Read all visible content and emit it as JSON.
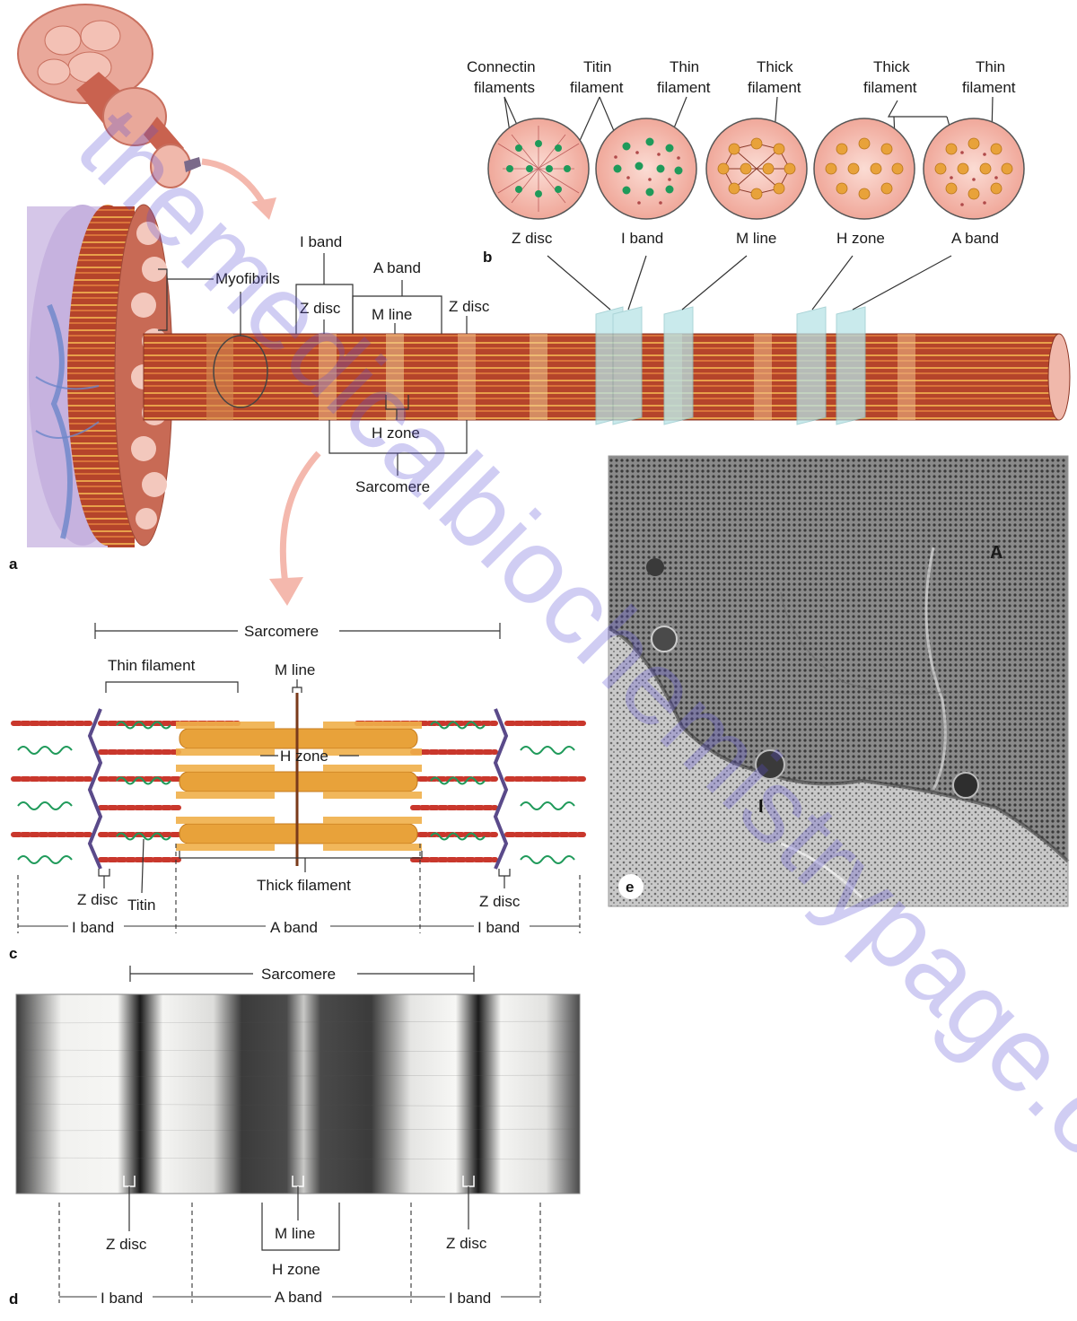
{
  "panel_a": {
    "letter": "a",
    "myofibrils": "Myofibrils",
    "i_band": "I band",
    "a_band": "A band",
    "z_disc_left": "Z disc",
    "m_line": "M line",
    "z_disc_right": "Z disc",
    "h_zone": "H zone",
    "sarcomere": "Sarcomere"
  },
  "panel_b": {
    "letter": "b",
    "top_labels": [
      {
        "line1": "Connectin",
        "line2": "filaments"
      },
      {
        "line1": "Titin",
        "line2": "filament"
      },
      {
        "line1": "Thin",
        "line2": "filament"
      },
      {
        "line1": "Thick",
        "line2": "filament"
      },
      {
        "line1": "Thick",
        "line2": "filament"
      },
      {
        "line1": "Thin",
        "line2": "filament"
      }
    ],
    "sections": [
      "Z disc",
      "I band",
      "M line",
      "H zone",
      "A band"
    ]
  },
  "panel_c": {
    "letter": "c",
    "sarcomere": "Sarcomere",
    "thin_filament": "Thin filament",
    "m_line": "M line",
    "h_zone": "H zone",
    "thick_filament": "Thick filament",
    "z_disc_left": "Z disc",
    "titin": "Titin",
    "z_disc_right": "Z disc",
    "i_band_left": "I band",
    "a_band": "A band",
    "i_band_right": "I band"
  },
  "panel_d": {
    "letter": "d",
    "sarcomere": "Sarcomere",
    "z_disc_left": "Z disc",
    "m_line": "M line",
    "h_zone": "H zone",
    "z_disc_right": "Z disc",
    "i_band_left": "I band",
    "a_band": "A band",
    "i_band_right": "I band"
  },
  "panel_e": {
    "letter": "e",
    "label_a": "A",
    "label_i": "I"
  },
  "watermark": "themedicalbiochemistrypage.org",
  "colors": {
    "muscle_red": "#b5442b",
    "muscle_stripe": "#e8a04a",
    "pink_bg": "#f7c9c0",
    "thick_orange": "#e8a23a",
    "titin_green": "#1f9a5a",
    "zdisc_purple": "#5a4a8a",
    "watermark": "#5b4fd6"
  }
}
